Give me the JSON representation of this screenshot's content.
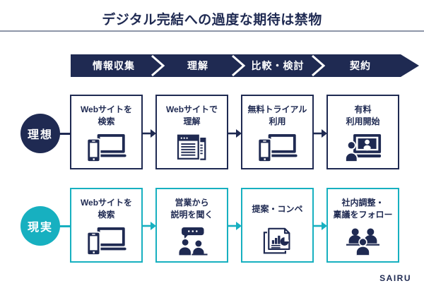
{
  "title": "デジタル完結への過度な期待は禁物",
  "stages": [
    "情報収集",
    "理解",
    "比較・検討",
    "契約"
  ],
  "rows": {
    "ideal": {
      "label": "理想",
      "boxes": [
        {
          "line1": "Webサイトを",
          "line2": "検索",
          "icon": "phone-laptop-icon"
        },
        {
          "line1": "Webサイトで",
          "line2": "理解",
          "icon": "browser-pages-icon"
        },
        {
          "line1": "無料トライアル",
          "line2": "利用",
          "icon": "phone-laptop-icon"
        },
        {
          "line1": "有料",
          "line2": "利用開始",
          "icon": "video-call-icon"
        }
      ]
    },
    "reality": {
      "label": "現実",
      "boxes": [
        {
          "line1": "Webサイトを",
          "line2": "検索",
          "icon": "phone-laptop-icon"
        },
        {
          "line1": "営業から",
          "line2": "説明を聞く",
          "icon": "sales-talk-icon"
        },
        {
          "line1": "提案・コンペ",
          "line2": "",
          "icon": "proposal-docs-icon"
        },
        {
          "line1": "社内調整・",
          "line2": "稟議をフォロー",
          "icon": "team-icon"
        }
      ]
    }
  },
  "logo": "SAIRU",
  "colors": {
    "navy": "#1f2a52",
    "teal": "#17b0c0",
    "divider": "#8e96a8"
  }
}
